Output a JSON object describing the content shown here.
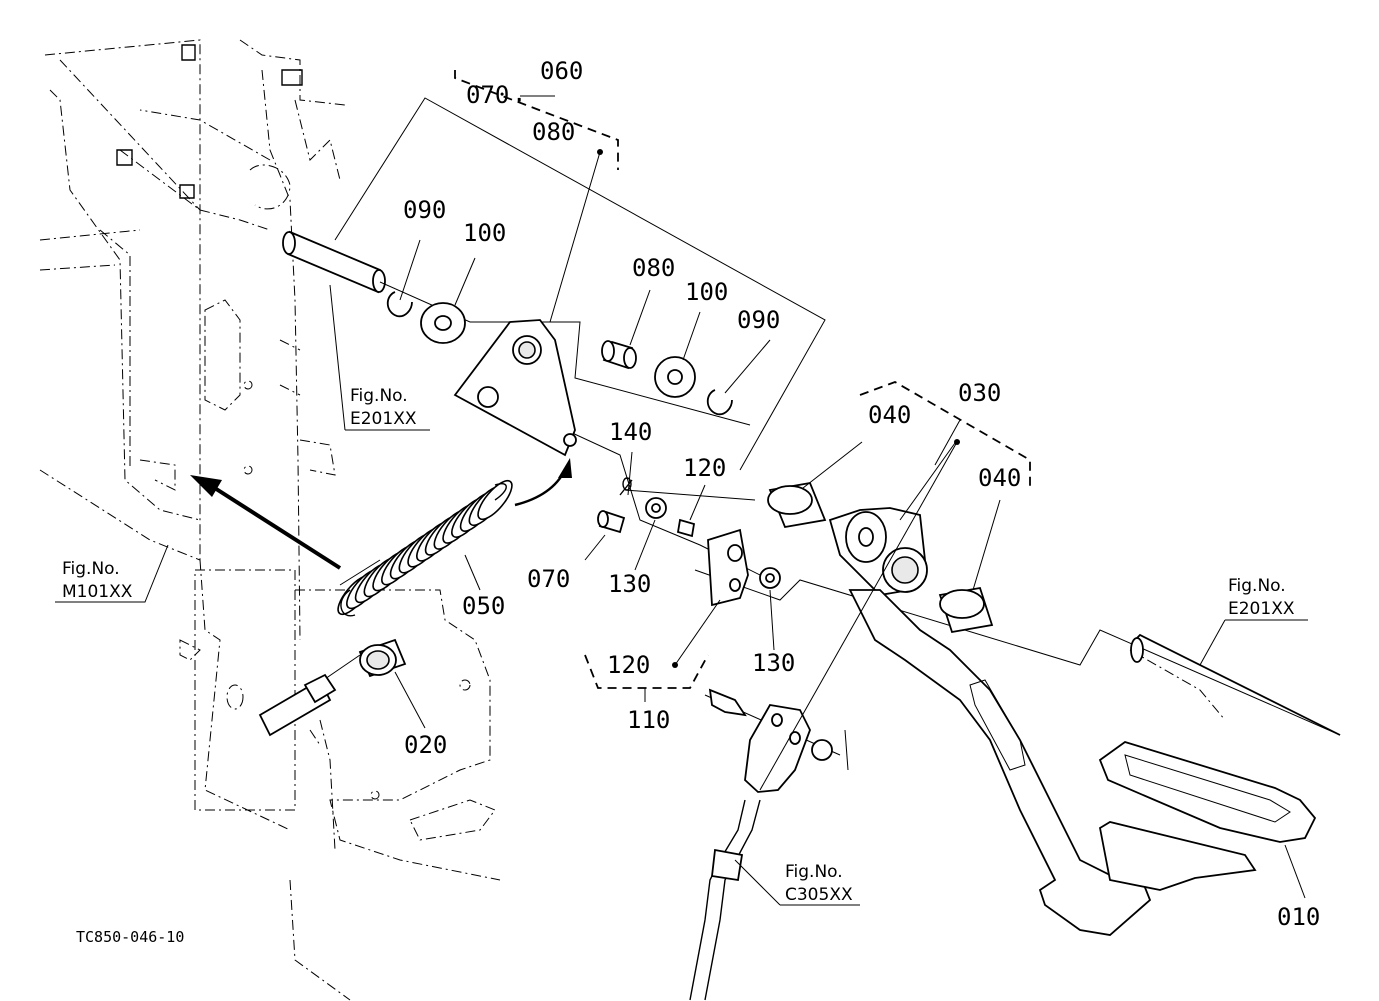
{
  "part_labels": {
    "p060": "060",
    "p070_top": "070",
    "dot_top": "·",
    "p080_top": "080",
    "p090_left": "090",
    "p100_left": "100",
    "p080_mid": "080",
    "p100_mid": "100",
    "p090_right": "090",
    "p030": "030",
    "p040_top": "040",
    "p040_right": "040",
    "p140": "140",
    "p120_top": "120",
    "p070_lower": "070",
    "p130_left": "130",
    "p130_right": "130",
    "p050": "050",
    "p120_group": "120",
    "p110": "110",
    "p020": "020",
    "p010": "010"
  },
  "fig_refs": {
    "e201_left": {
      "title": "Fig.No.",
      "code": "E201XX"
    },
    "m101": {
      "title": "Fig.No.",
      "code": "M101XX"
    },
    "e201_right": {
      "title": "Fig.No.",
      "code": "E201XX"
    },
    "c305": {
      "title": "Fig.No.",
      "code": "C305XX"
    }
  },
  "drawing_code": "TC850-046-10"
}
